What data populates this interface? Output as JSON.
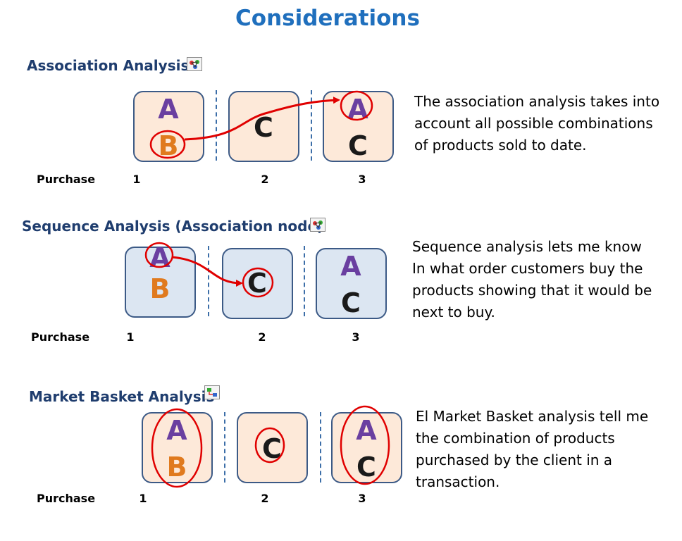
{
  "title": "Considerations",
  "sections": [
    {
      "heading": "Association Analysis",
      "icon": "node-tool-icon",
      "purchase_label": "Purchase",
      "purchase_numbers": [
        "1",
        "2",
        "3"
      ],
      "boxes": [
        [
          "A",
          "B"
        ],
        [
          "C"
        ],
        [
          "A",
          "C"
        ]
      ],
      "description": "The association analysis takes into\naccount all possible combinations\nof products sold to date."
    },
    {
      "heading": "Sequence Analysis (Association node)",
      "icon": "node-tool-icon",
      "purchase_label": "Purchase",
      "purchase_numbers": [
        "1",
        "2",
        "3"
      ],
      "boxes": [
        [
          "A",
          "B"
        ],
        [
          "C"
        ],
        [
          "A",
          "C"
        ]
      ],
      "description": "Sequence analysis lets me know\nIn what order customers buy the\nproducts showing that it would be\nnext to buy."
    },
    {
      "heading": "Market Basket Analysis",
      "icon": "node-tool-icon",
      "purchase_label": "Purchase",
      "purchase_numbers": [
        "1",
        "2",
        "3"
      ],
      "boxes": [
        [
          "A",
          "B"
        ],
        [
          "C"
        ],
        [
          "A",
          "C"
        ]
      ],
      "description": "El Market Basket analysis tell me\nthe combination of products\npurchased by the client in a\ntransaction."
    }
  ],
  "colors": {
    "title": "#1f6fbd",
    "heading": "#1f3d6e",
    "letter_a": "#6a3fa0",
    "letter_b": "#e07a1e",
    "highlight": "#e00000"
  }
}
